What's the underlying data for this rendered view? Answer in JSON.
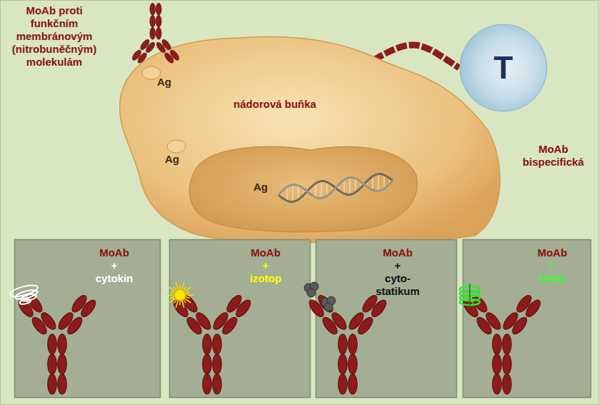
{
  "diagram": {
    "nodes": [
      {
        "text": [
          "nádorová buňka"
        ]
      },
      {
        "text": [
          "Ag"
        ],
        "in": 0
      },
      {
        "text": [
          "T"
        ]
      },
      {
        "text": [
          "MoAb",
          "+",
          "cytokin"
        ]
      },
      {
        "text": [
          "MoAb",
          "+",
          "izotop"
        ]
      },
      {
        "text": [
          "MoAb",
          "+",
          "cyto- statikum"
        ]
      },
      {
        "text": [
          "MoAb",
          "+",
          "toxin"
        ]
      }
    ],
    "edges": [
      {
        "from": 0,
        "to": 2,
        "arrow": "none"
      }
    ],
    "labels": [
      "MoAb proti funkčním membránovým (nitrobuněčným) molekulám",
      "Ag",
      "Ag",
      "MoAb bispecifická"
    ]
  }
}
